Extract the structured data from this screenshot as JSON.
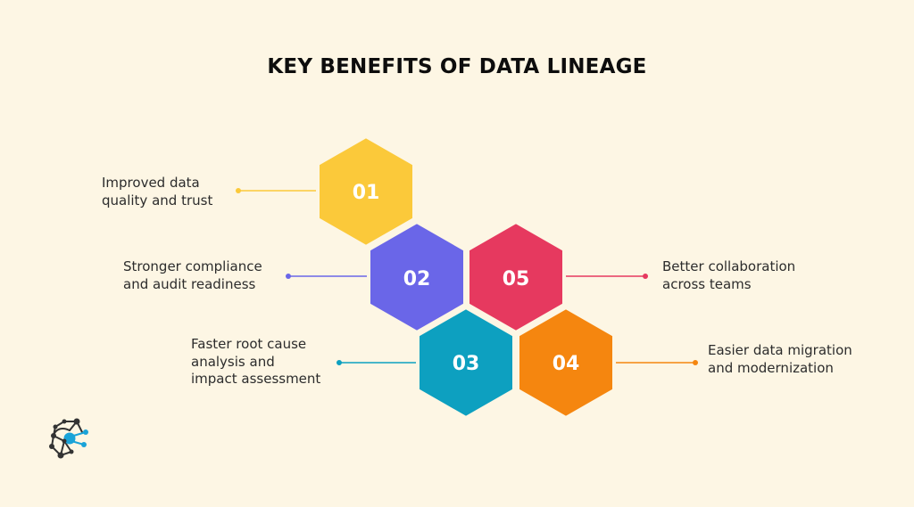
{
  "title": "KEY BENEFITS OF DATA LINEAGE",
  "colors": {
    "background": "#fdf6e4",
    "hex_01": "#fbc93a",
    "hex_02": "#6a66e8",
    "hex_03": "#0da0c0",
    "hex_04": "#f5860f",
    "hex_05": "#e6395f",
    "logo_accent": "#1aa3d8",
    "logo_dark": "#333333"
  },
  "benefits": [
    {
      "number": "01",
      "lines": [
        "Improved data",
        "quality and trust"
      ]
    },
    {
      "number": "02",
      "lines": [
        "Stronger compliance",
        "and audit readiness"
      ]
    },
    {
      "number": "03",
      "lines": [
        "Faster root cause",
        "analysis and",
        "impact assessment"
      ]
    },
    {
      "number": "04",
      "lines": [
        "Easier data migration",
        "and modernization"
      ]
    },
    {
      "number": "05",
      "lines": [
        "Better collaboration",
        "across teams"
      ]
    }
  ],
  "logo": {
    "icon": "network-node-logo-icon"
  }
}
